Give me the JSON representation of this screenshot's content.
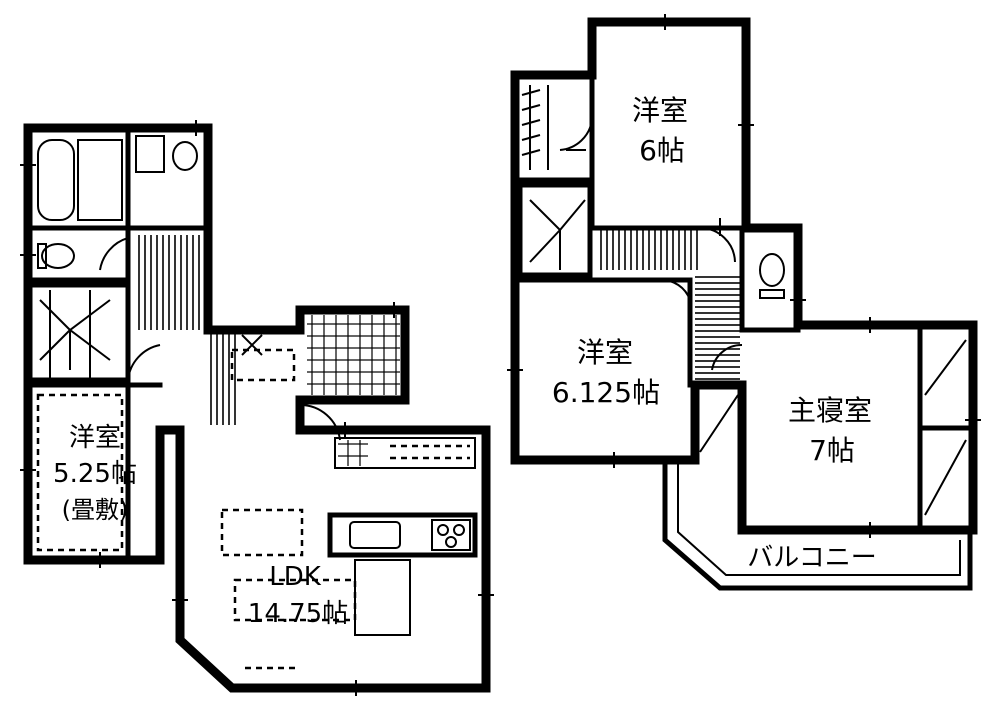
{
  "floor1": {
    "rooms": {
      "western_room_1f": {
        "name": "洋室",
        "size": "5.25帖",
        "note": "(畳敷)"
      },
      "ldk": {
        "name": "LDK",
        "size": "14.75帖"
      }
    }
  },
  "floor2": {
    "rooms": {
      "western_room_north": {
        "name": "洋室",
        "size": "6帖"
      },
      "western_room_south": {
        "name": "洋室",
        "size": "6.125帖"
      },
      "master_bedroom": {
        "name": "主寝室",
        "size": "7帖"
      },
      "balcony": {
        "name": "バルコニー"
      }
    }
  }
}
